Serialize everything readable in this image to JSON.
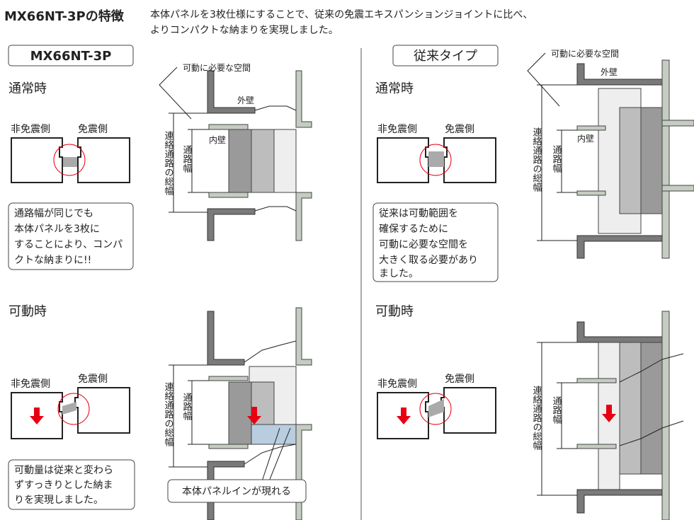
{
  "header": {
    "title": "MX66NT-3Pの特徴",
    "description": [
      "本体パネルを3枚仕様にすることで、従来の免震エキスパンションジョイントに比べ、",
      "よりコンパクトな納まりを実現しました。"
    ]
  },
  "left": {
    "label": "MX66NT-3P",
    "normal_title": "通常時",
    "moving_title": "可動時",
    "non_isolated": "非免震側",
    "isolated": "免震側",
    "note_normal": [
      "通路幅が同じでも",
      "本体パネルを3枚に",
      "することにより、コンパ",
      "クトな納まりに!!"
    ],
    "note_moving": [
      "可動量は従来と変わら",
      "ずすっきりとした納ま",
      "りを実現しました。"
    ],
    "callout": "本体パネルインが現れる"
  },
  "right": {
    "label": "従来タイプ",
    "normal_title": "通常時",
    "moving_title": "可動時",
    "non_isolated": "非免震側",
    "isolated": "免震側",
    "note_normal": [
      "従来は可動範囲を",
      "確保するために",
      "可動に必要な空間を",
      "大きく取る必要があり",
      "ました。"
    ]
  },
  "diagram_labels": {
    "movement_space": "可動に必要な空間",
    "outer_wall": "外壁",
    "inner_wall": "内壁",
    "total_width": "連絡通路の総幅",
    "passage_width": "通路幅"
  },
  "colors": {
    "arrow": "#e60012",
    "circle": "#e60012"
  }
}
